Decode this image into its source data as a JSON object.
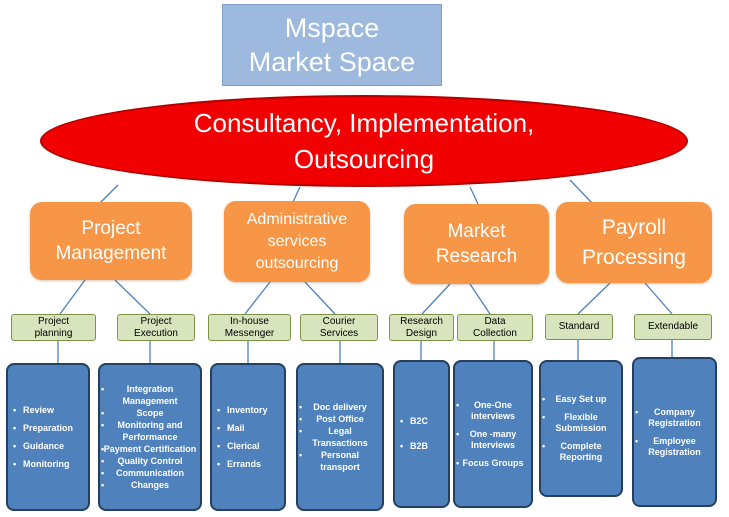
{
  "root": {
    "line1": "Mspace",
    "line2": "Market Space"
  },
  "main": {
    "line1": "Consultancy, Implementation,",
    "line2": "Outsourcing"
  },
  "categories": [
    {
      "line1": "Project",
      "line2": "Management",
      "line3": ""
    },
    {
      "line1": "Administrative",
      "line2": "services",
      "line3": "outsourcing"
    },
    {
      "line1": "Market",
      "line2": "Research",
      "line3": ""
    },
    {
      "line1": "Payroll",
      "line2": "Processing",
      "line3": ""
    }
  ],
  "subcategories": [
    {
      "line1": "Project",
      "line2": "planning"
    },
    {
      "line1": "Project",
      "line2": "Execution"
    },
    {
      "line1": "In-house",
      "line2": "Messenger"
    },
    {
      "line1": "Courier",
      "line2": "Services"
    },
    {
      "line1": "Research",
      "line2": "Design"
    },
    {
      "line1": "Data",
      "line2": "Collection"
    },
    {
      "line1": "Standard",
      "line2": ""
    },
    {
      "line1": "Extendable",
      "line2": ""
    }
  ],
  "panels": [
    {
      "items": [
        "Review",
        "Preparation",
        "Guidance",
        "Monitoring"
      ]
    },
    {
      "items": [
        "Integration Management",
        "Scope",
        "Monitoring and Performance",
        "Payment Certification",
        "Quality Control",
        "Communication",
        "Changes"
      ]
    },
    {
      "items": [
        "Inventory",
        "Mail",
        "Clerical",
        "Errands"
      ]
    },
    {
      "items": [
        "Doc delivery",
        "Post Office",
        "Legal Transactions",
        "Personal transport"
      ]
    },
    {
      "items": [
        "B2C",
        "B2B"
      ]
    },
    {
      "items": [
        "One-One interviews",
        "One -many Interviews",
        "Focus Groups"
      ]
    },
    {
      "items": [
        "Easy Set up",
        "Flexible Submission",
        "Complete Reporting"
      ]
    },
    {
      "items": [
        "Company Registration",
        "Employee Registration"
      ]
    }
  ]
}
